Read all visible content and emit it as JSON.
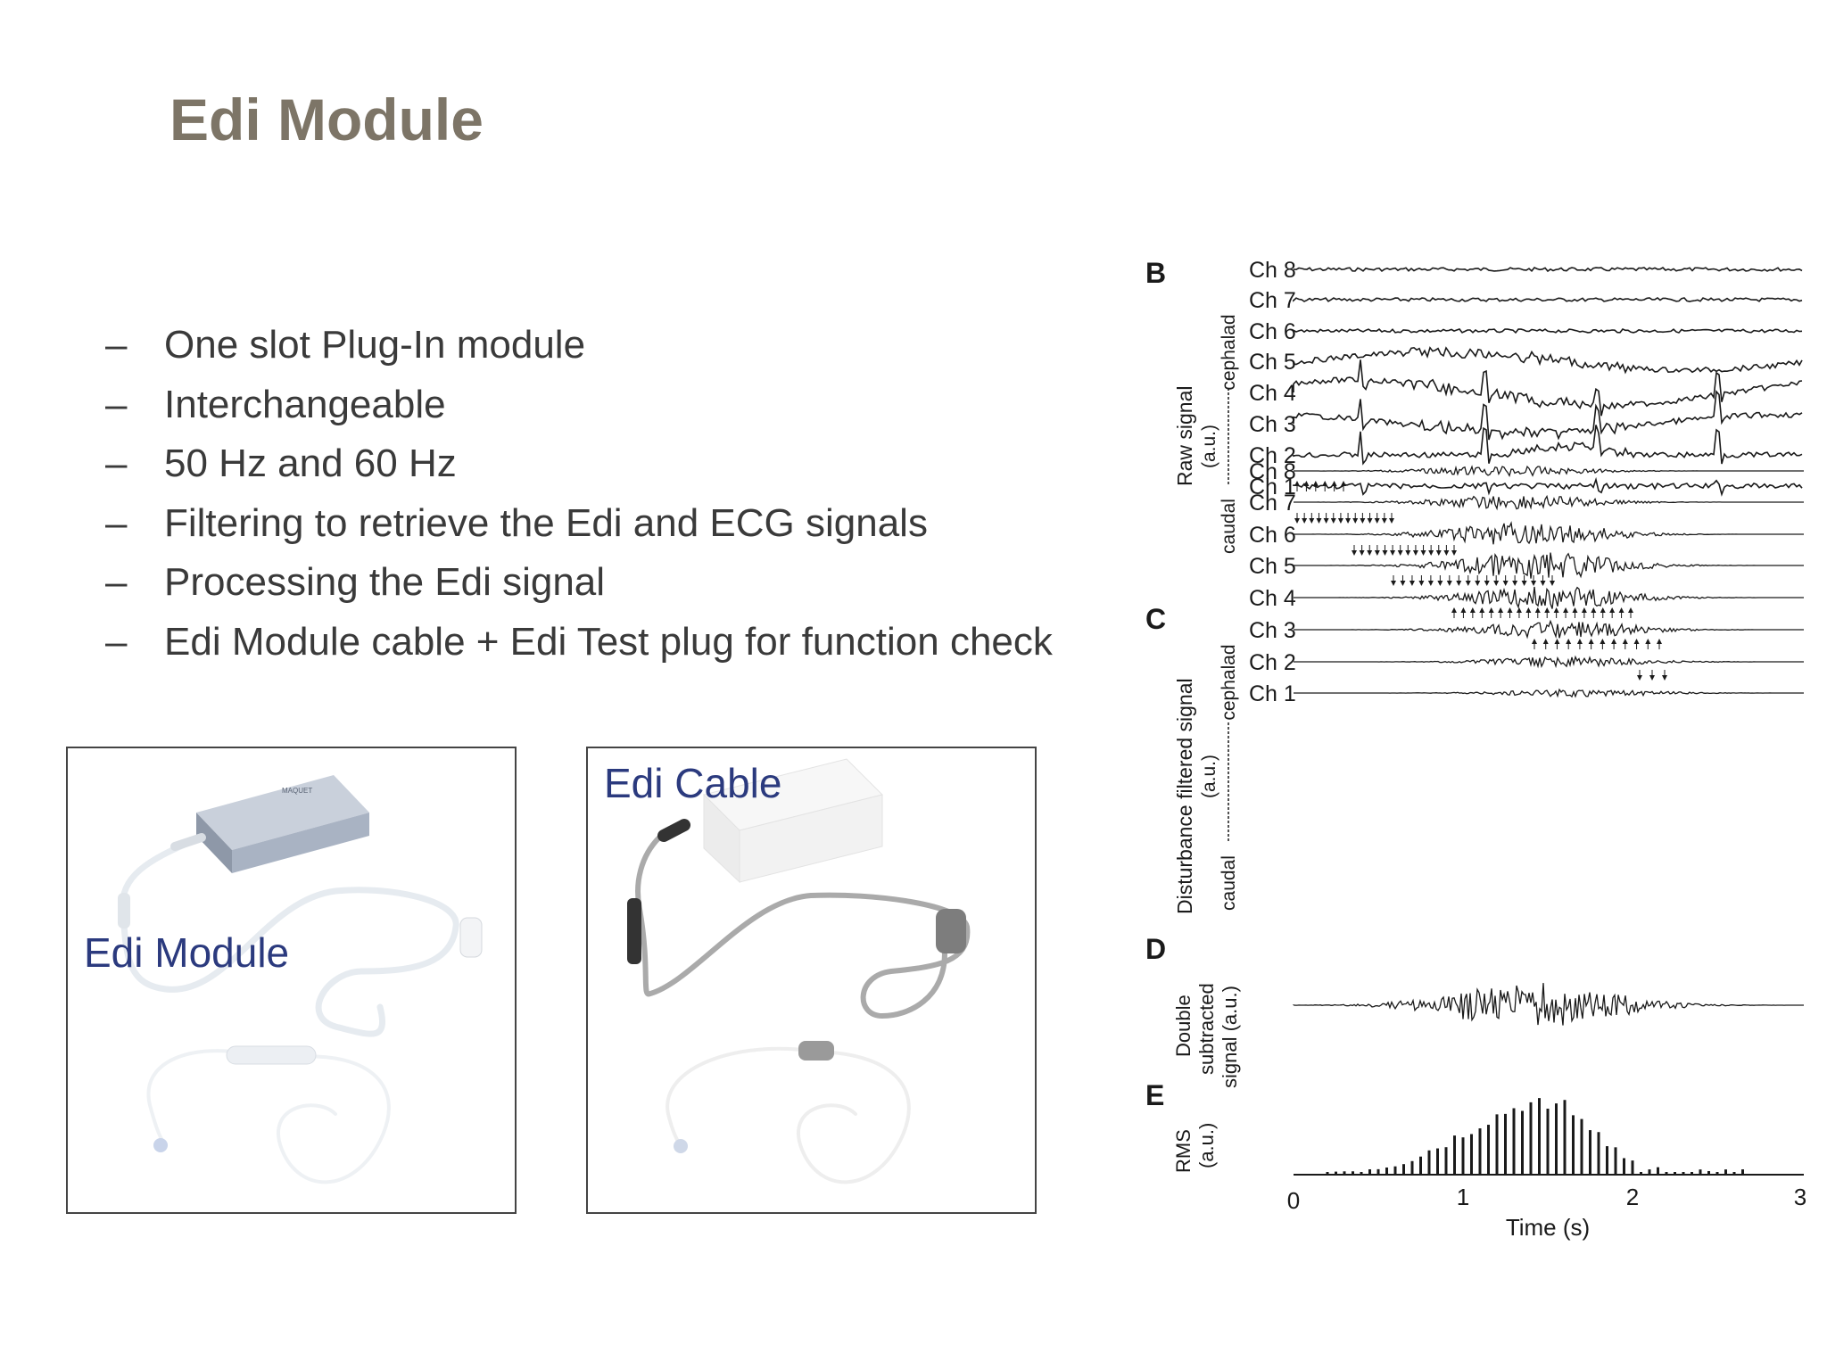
{
  "slide": {
    "title": "Edi Module",
    "bullets": [
      {
        "marker": "–",
        "text": "One slot Plug-In module"
      },
      {
        "marker": "–",
        "text": "Interchangeable"
      },
      {
        "marker": "–",
        "text": "50 Hz and 60 Hz"
      },
      {
        "marker": "–",
        "text": "Filtering to retrieve the Edi and ECG signals"
      },
      {
        "marker": "–",
        "text": "Processing the Edi signal"
      },
      {
        "marker": "–",
        "text": "Edi Module cable + Edi Test plug for function check"
      }
    ]
  },
  "photos": [
    {
      "label": "Edi Module",
      "device_brand": "MAQUET",
      "colors": {
        "device": "#a9b3c3",
        "cable": "#e6ebf0"
      }
    },
    {
      "label": "Edi Cable",
      "colors": {
        "device": "#f2f2f2",
        "cable": "#aaaaaa",
        "connector": "#333333"
      }
    }
  ],
  "figure": {
    "panels": {
      "b": {
        "letter": "B",
        "ylabel": "Raw signal",
        "yunit": "(a.u.)",
        "top_label": "cephalad",
        "bottom_label": "caudal"
      },
      "c": {
        "letter": "C",
        "ylabel": "Disturbance filtered signal",
        "yunit": "(a.u.)",
        "top_label": "cephalad",
        "bottom_label": "caudal"
      },
      "d": {
        "letter": "D",
        "ylabel_lines": [
          "Double",
          "subtracted",
          "signal (a.u.)"
        ]
      },
      "e": {
        "letter": "E",
        "ylabel_lines": [
          "RMS",
          "(a.u.)"
        ]
      }
    },
    "channels": [
      "Ch 8",
      "Ch 7",
      "Ch 6",
      "Ch 5",
      "Ch 4",
      "Ch 3",
      "Ch 2",
      "Ch 1"
    ],
    "xaxis": {
      "label": "Time (s)",
      "ticks": [
        "0",
        "1",
        "2",
        "3"
      ],
      "range": [
        0,
        3
      ]
    },
    "colors": {
      "trace": "#1a1a1a"
    }
  }
}
